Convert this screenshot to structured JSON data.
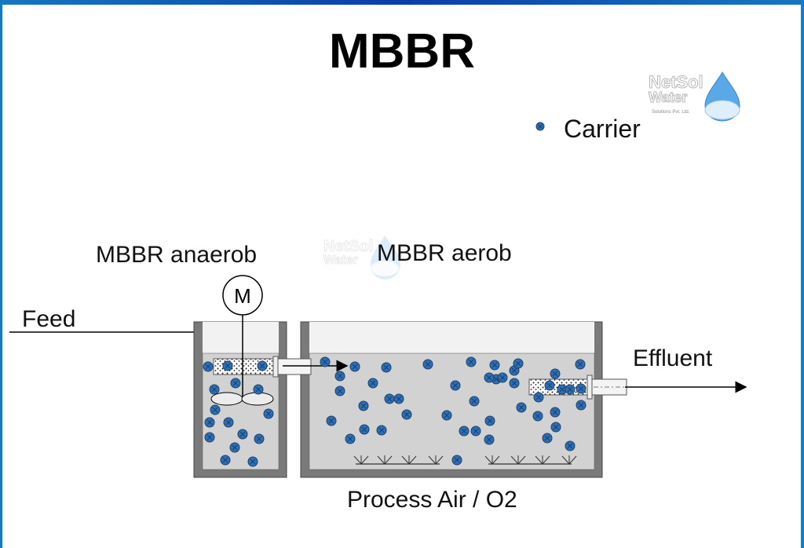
{
  "title": "MBBR",
  "legend": {
    "label": "Carrier",
    "icon": "carrier-icon"
  },
  "labels": {
    "anaerob": "MBBR anaerob",
    "aerob": "MBBR aerob",
    "feed": "Feed",
    "effluent": "Effluent",
    "process_air": "Process Air / O2",
    "motor": "M"
  },
  "logo": {
    "line1": "NetSol",
    "line2": "Water",
    "line3": "Solutions Pvt. Ltd."
  },
  "colors": {
    "carrier": "#2f6fb3",
    "water": "#d2d2d2",
    "air_space": "#f2f2f2",
    "tank_wall": "#7a7a7a",
    "frame": "#1677c2"
  }
}
